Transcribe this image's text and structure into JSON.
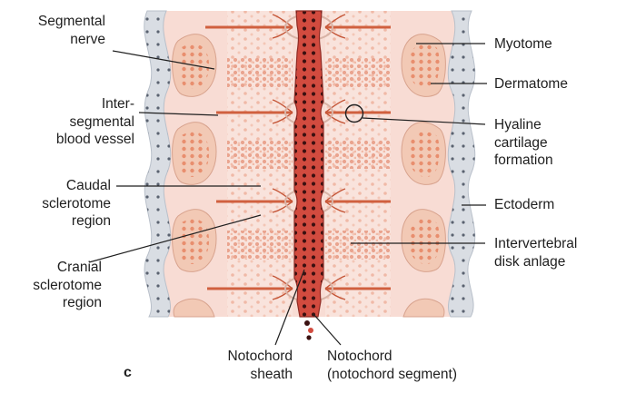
{
  "panel_letter": "c",
  "labels": {
    "segmental_nerve": [
      "Segmental",
      "nerve"
    ],
    "intersegmental_vessel": [
      "Inter-",
      "segmental",
      "blood vessel"
    ],
    "caudal_sclerotome": [
      "Caudal",
      "sclerotome",
      "region"
    ],
    "cranial_sclerotome": [
      "Cranial",
      "sclerotome",
      "region"
    ],
    "myotome": [
      "Myotome"
    ],
    "dermatome": [
      "Dermatome"
    ],
    "hyaline_cartilage": [
      "Hyaline",
      "cartilage",
      "formation"
    ],
    "ectoderm": [
      "Ectoderm"
    ],
    "intervertebral_disk": [
      "Intervertebral",
      "disk anlage"
    ],
    "notochord_sheath": [
      "Notochord",
      "sheath"
    ],
    "notochord": [
      "Notochord",
      "(notochord segment)"
    ]
  },
  "colors": {
    "tissue_background": "#f8dcd4",
    "ectoderm_band": "#d9dde3",
    "notochord_red": "#c9463c",
    "notochord_cell": "#3a1010",
    "vessel_red": "#d0603f",
    "somite_outer": "#f2c9b5",
    "somite_inner": "#ef9e7d",
    "leader_line": "#1f1f1f"
  }
}
